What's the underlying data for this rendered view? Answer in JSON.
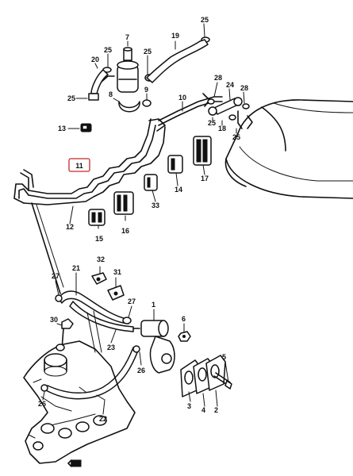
{
  "highlight": {
    "label": "11",
    "color": "#c62828"
  },
  "callouts": {
    "c25a": "25",
    "c19": "19",
    "c7": "7",
    "c20": "20",
    "c25b": "25",
    "c25c": "25",
    "c9": "9",
    "c25d": "25",
    "c8": "8",
    "c10": "10",
    "c13": "13",
    "c28a": "28",
    "c24": "24",
    "c28b": "28",
    "c25e": "25",
    "c18": "18",
    "c25f": "25",
    "c17": "17",
    "c14": "14",
    "c33": "33",
    "c12": "12",
    "c15": "15",
    "c16": "16",
    "c32": "32",
    "c21": "21",
    "c27a": "27",
    "c31": "31",
    "c27b": "27",
    "c1": "1",
    "c30": "30",
    "c6": "6",
    "c23": "23",
    "c26a": "26",
    "c5": "5",
    "c22": "22",
    "c26b": "26",
    "c3": "3",
    "c4": "4",
    "c2": "2"
  }
}
